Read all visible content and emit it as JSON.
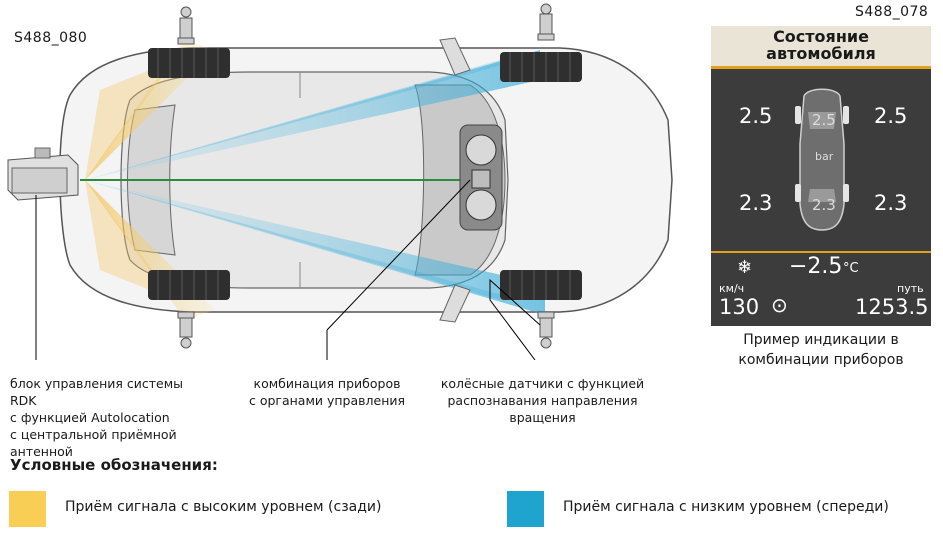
{
  "codes": {
    "left": "S488_080",
    "right": "S488_078"
  },
  "dashboard": {
    "title_line1": "Состояние",
    "title_line2": "автомобиля",
    "fl": "2.5",
    "fr": "2.5",
    "rl": "2.3",
    "rr": "2.3",
    "center_front": "2.5",
    "center_rear": "2.3",
    "unit": "bar",
    "temp": "−2.5",
    "temp_unit": "°C",
    "speed_label": "км/ч",
    "speed_value": "130",
    "trip_label": "путь",
    "trip_value": "1253.5",
    "caption_line1": "Пример индикации в",
    "caption_line2": "комбинации приборов"
  },
  "callouts": {
    "rdk_line1": "блок управления системы RDK",
    "rdk_line2": "с функцией Autolocation",
    "rdk_line3": "с центральной приёмной",
    "rdk_line4": "антенной",
    "cluster_line1": "комбинация приборов",
    "cluster_line2": "с органами управления",
    "sensor_line1": "колёсные датчики с функцией",
    "sensor_line2": "распознавания направления",
    "sensor_line3": "вращения"
  },
  "legend": {
    "title": "Условные обозначения:",
    "high_label": "Приём сигнала с высоким уровнем (сзади)",
    "low_label": "Приём сигнала с низким уровнем (спереди)",
    "high_color": "#f8cf54",
    "low_color": "#1fa3cf"
  }
}
